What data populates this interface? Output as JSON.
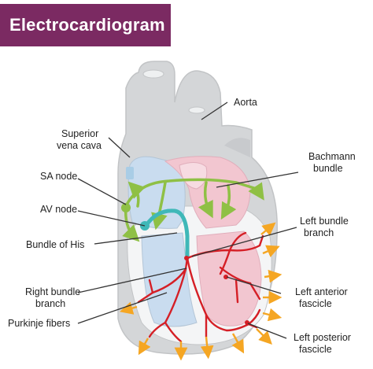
{
  "title": "Electrocardiogram",
  "colors": {
    "title_bg": "#7b2a62",
    "heart_gray": "#d4d6d8",
    "atrium_blue": "#c9dcef",
    "atrium_pink": "#f2c6d0",
    "conduction_green": "#8fc045",
    "bundle_teal": "#3fb8b8",
    "purkinje_red": "#d51f26",
    "arrow_orange": "#f5a623",
    "vessel_blue": "#a9cde6",
    "leader_line": "#333333"
  },
  "labels": {
    "aorta": "Aorta",
    "superior_vena_cava_1": "Superior",
    "superior_vena_cava_2": "vena cava",
    "bachmann_1": "Bachmann",
    "bachmann_2": "bundle",
    "sa_node": "SA node",
    "av_node": "AV node",
    "left_bundle_1": "Left bundle",
    "left_bundle_2": "branch",
    "bundle_of_his": "Bundle of His",
    "left_anterior_1": "Left anterior",
    "left_anterior_2": "fascicle",
    "right_bundle_1": "Right bundle",
    "right_bundle_2": "branch",
    "purkinje": "Purkinje fibers",
    "left_posterior_1": "Left posterior",
    "left_posterior_2": "fascicle"
  }
}
